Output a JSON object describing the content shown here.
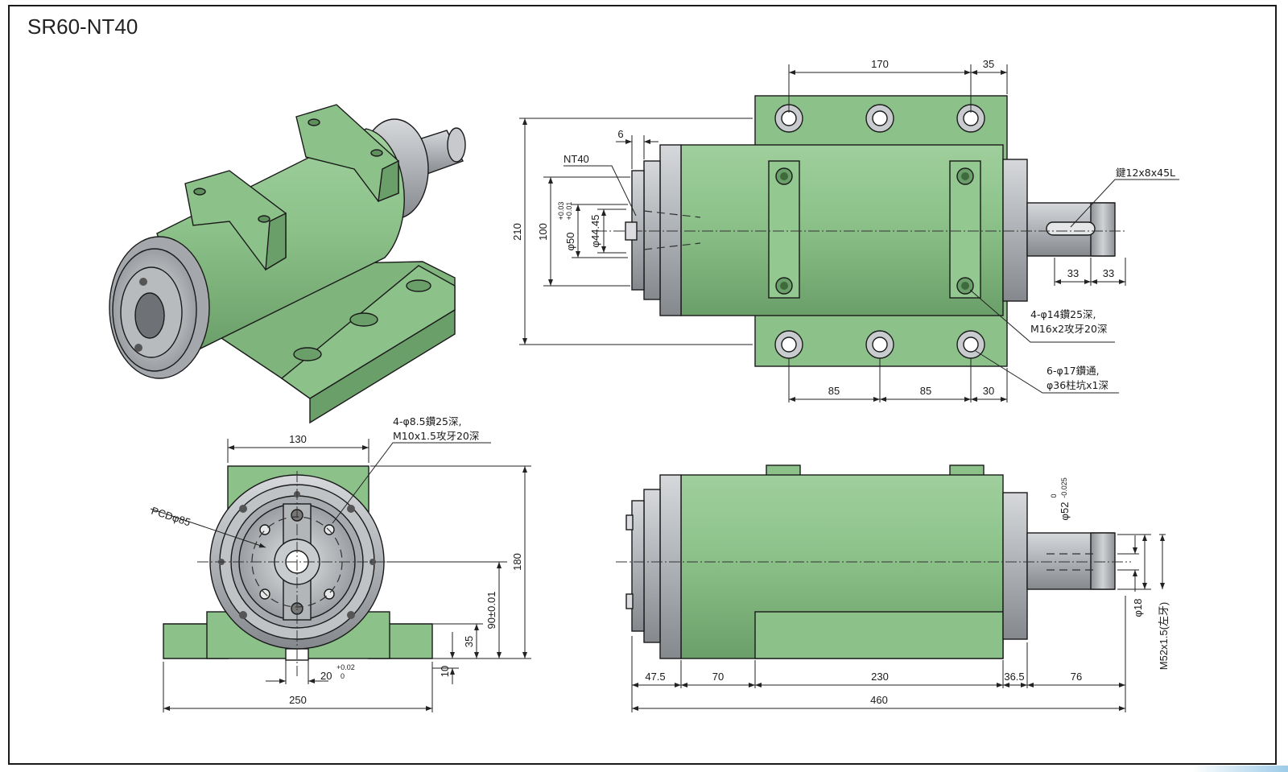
{
  "title": "SR60-NT40",
  "colors": {
    "body": "#8cc28a",
    "body_dark": "#6fa86d",
    "body_light": "#a9d4a6",
    "steel": "#b9bcbf",
    "steel_dark": "#8e9296",
    "steel_light": "#dcdde0"
  },
  "top_view": {
    "dims": {
      "d170": "170",
      "d35": "35",
      "d6": "6",
      "d210": "210",
      "d100": "100",
      "phi50": "φ50",
      "phi50_tol_hi": "+0.03",
      "phi50_tol_lo": "+0.01",
      "phi44": "φ44.45",
      "d85a": "85",
      "d85b": "85",
      "d30": "30",
      "d33a": "33",
      "d33b": "33"
    },
    "notes": {
      "nt40": "NT40",
      "key": "鍵12x8x45L",
      "holes4_l1": "4-φ14鑽25深,",
      "holes4_l2": "M16x2攻牙20深",
      "holes6_l1": "6-φ17鑽通,",
      "holes6_l2": "φ36柱坑x1深"
    }
  },
  "front_view": {
    "dims": {
      "d130": "130",
      "d180": "180",
      "d90": "90±0.01",
      "d35": "35",
      "d10": "10",
      "d20": "20",
      "d20_tol_hi": "+0.02",
      "d20_tol_lo": "0",
      "d250": "250",
      "pcd": "PCDφ85"
    },
    "notes": {
      "holes4_l1": "4-φ8.5鑽25深,",
      "holes4_l2": "M10x1.5攻牙20深"
    }
  },
  "side_view": {
    "dims": {
      "d47": "47.5",
      "d70": "70",
      "d230": "230",
      "d36": "36.5",
      "d76": "76",
      "d460": "460",
      "phi52": "φ52",
      "phi52_tol_hi": "0",
      "phi52_tol_lo": "-0.025",
      "phi18": "φ18",
      "m52": "M52x1.5(左牙)"
    }
  }
}
